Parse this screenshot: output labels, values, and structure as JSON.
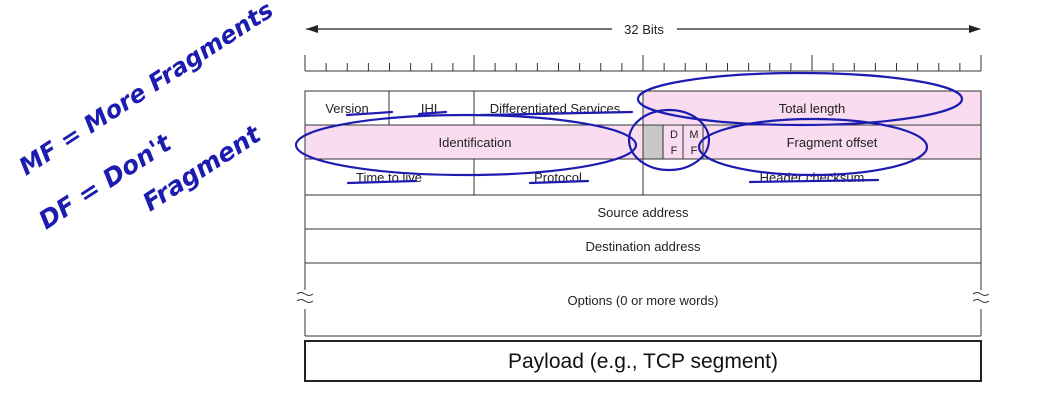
{
  "diagram": {
    "width_label": "32 Bits",
    "fields": {
      "version": "Version",
      "ihl": "IHL",
      "differentiated_services": "Differentiated Services",
      "total_length": "Total length",
      "identification": "Identification",
      "df_line1": "D",
      "df_line2": "F",
      "mf_line1": "M",
      "mf_line2": "F",
      "fragment_offset": "Fragment offset",
      "time_to_live": "Time to live",
      "protocol": "Protocol",
      "header_checksum": "Header checksum",
      "source_address": "Source address",
      "destination_address": "Destination address",
      "options": "Options (0 or more words)",
      "payload": "Payload (e.g., TCP segment)"
    },
    "highlight_color": "#f9dcef"
  },
  "annotations": {
    "line1": "MF = More Fragments",
    "line2": "DF = Don't",
    "line3": "Fragment",
    "ink_color": "#1c1cb0"
  }
}
